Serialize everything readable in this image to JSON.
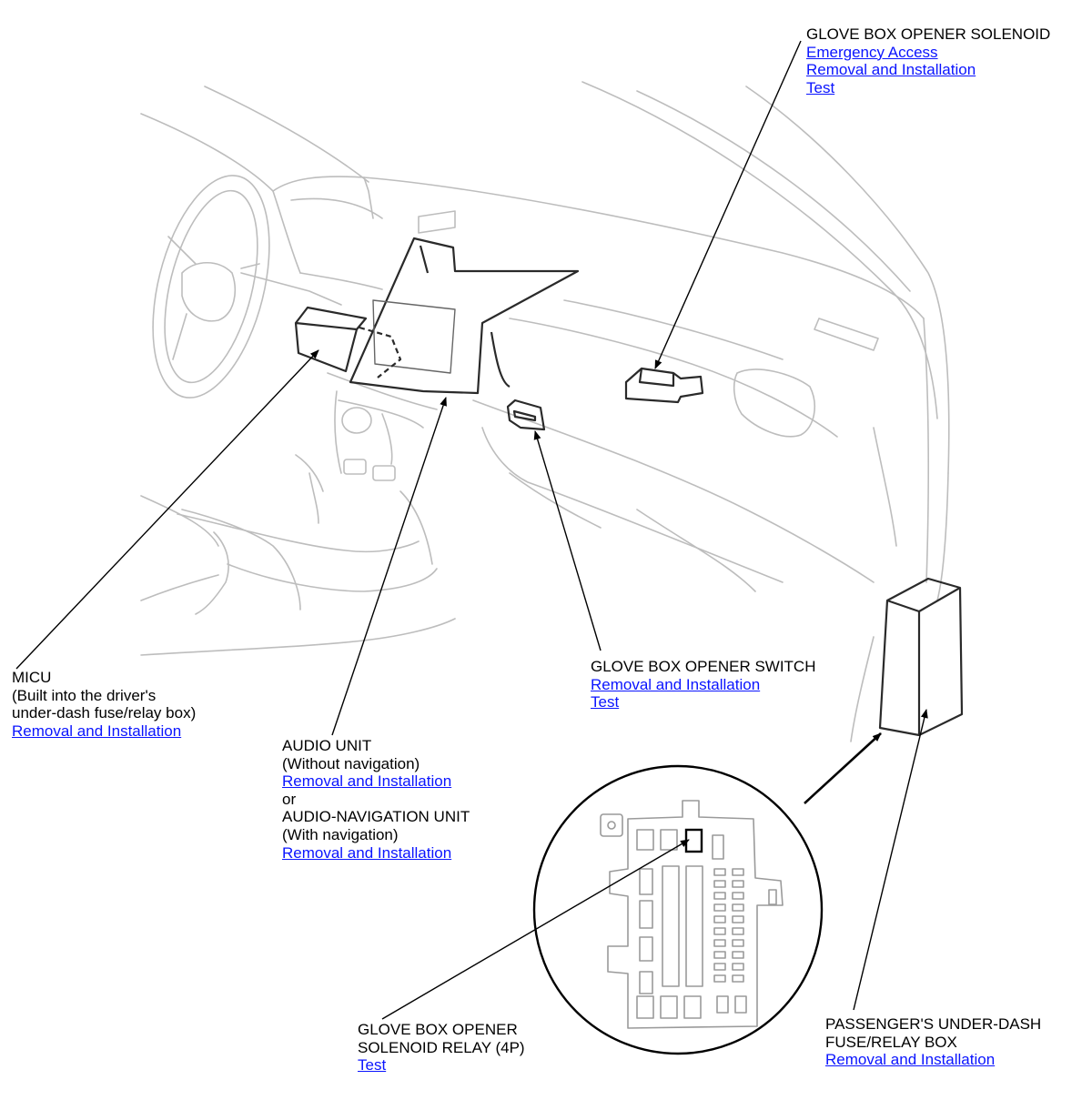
{
  "colors": {
    "link": "#0a14ff",
    "text": "#000000",
    "drawing_light": "#bdbdbd",
    "drawing_bold": "#2a2a2a"
  },
  "callouts": {
    "solenoid": {
      "title": "GLOVE BOX OPENER SOLENOID",
      "links": [
        "Emergency Access",
        "Removal and Installation",
        "Test"
      ]
    },
    "micu": {
      "title": "MICU",
      "notes": [
        "(Built into the driver's",
        "under-dash fuse/relay box)"
      ],
      "links": [
        "Removal and Installation"
      ]
    },
    "switch": {
      "title": "GLOVE BOX OPENER SWITCH",
      "links": [
        "Removal and Installation",
        "Test"
      ]
    },
    "audio": {
      "title": "AUDIO UNIT",
      "note": "(Without navigation)",
      "link": "Removal and Installation",
      "or": "or",
      "title2": "AUDIO-NAVIGATION UNIT",
      "note2": "(With navigation)",
      "link2": "Removal and Installation"
    },
    "relay": {
      "title": [
        "GLOVE BOX OPENER",
        "SOLENOID RELAY (4P)"
      ],
      "links": [
        "Test"
      ]
    },
    "passenger_box": {
      "title": [
        "PASSENGER'S UNDER-DASH",
        "FUSE/RELAY BOX"
      ],
      "links": [
        "Removal and Installation"
      ]
    }
  }
}
